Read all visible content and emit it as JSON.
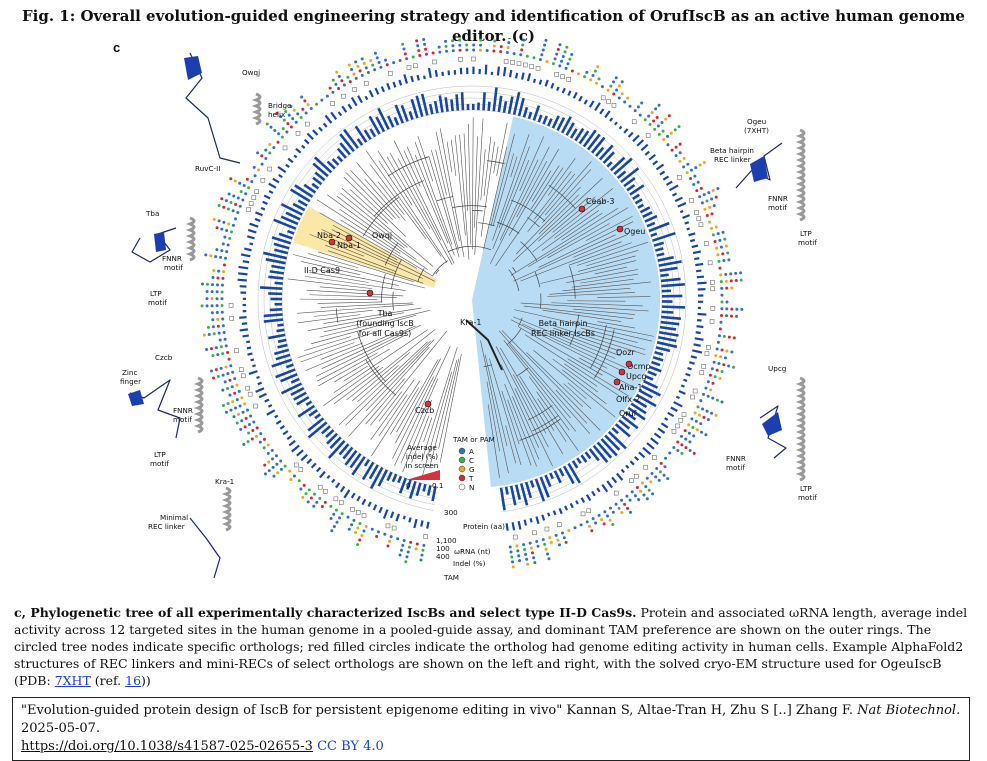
{
  "title": "Fig. 1: Overall evolution-guided engineering strategy and identification of OrufIscB as an active human genome editor. (c)",
  "panel_letter": "c",
  "clades": {
    "beta": "Beta hairpin",
    "beta2": "REC linker IscBs",
    "cas9": "II-D Cas9",
    "kra": "Kra-1",
    "tba_tree": "Tba",
    "tba_note1": "(founding IscB",
    "tba_note2": "for all Cas9s)"
  },
  "tree_labels": [
    "Nba-2",
    "Nba-1",
    "Owqj",
    "Czcb",
    "Ceab-3",
    "Ogeu",
    "Oozr",
    "Ocmp",
    "Upcg",
    "Aha-1",
    "Olfx-2",
    "Oruf"
  ],
  "structures": {
    "owqj": "Owqj",
    "bridge1": "Bridge",
    "bridge2": "helix",
    "ruvc": "RuvC-II",
    "tba": "Tba",
    "fnnr1": "FNNR",
    "fnnr2": "motif",
    "ltp1": "LTP",
    "ltp2": "motif",
    "czcb": "Czcb",
    "zinc1": "Zinc",
    "zinc2": "finger",
    "kra": "Kra-1",
    "minimal1": "Minimal",
    "minimal2": "REC linker",
    "ogeu": "Ogeu",
    "ogeu_pdb": "(7XHT)",
    "beta_rec1": "Beta hairpin",
    "beta_rec2": "REC linker",
    "upcg": "Upcg"
  },
  "rings": {
    "protein": "Protein (aa)",
    "protein_tick": "300",
    "wrna": "ωRNA (nt)",
    "wrna_ticks": [
      "1,100",
      "100"
    ],
    "indel": "Indel (%)",
    "indel_tick": "400",
    "tam": "TAM"
  },
  "legend": {
    "indel_title": [
      "Average",
      "indel (%)",
      "in screen"
    ],
    "indel_min": "0",
    "indel_max": "0.1",
    "tam_title": "TAM or PAM",
    "tam_items": [
      {
        "label": "A",
        "color": "#2f6fd0"
      },
      {
        "label": "C",
        "color": "#3cb04a"
      },
      {
        "label": "G",
        "color": "#f2a71b"
      },
      {
        "label": "T",
        "color": "#d6262e"
      },
      {
        "label": "N",
        "color": "#ffffff"
      }
    ]
  },
  "colors": {
    "bar_blue": "#1747a6",
    "highlight_blue": "#b9dcf5",
    "highlight_yellow": "#fbe7a6",
    "indel_red": "#d9303a",
    "structure_blue": "#1c3fb0"
  },
  "caption": {
    "bold": "c, Phylogenetic tree of all experimentally characterized IscBs and select type II-D Cas9s.",
    "pre": " Protein and associated ",
    "omega": "ω",
    "rest": "RNA length, average indel activity across 12 targeted sites in the human genome in a pooled-guide assay, and dominant TAM preference are shown on the outer rings. The circled tree nodes indicate specific orthologs; red filled circles indicate the ortholog had genome editing activity in human cells. Example AlphaFold2 structures of REC linkers and mini-RECs of select orthologs are shown on the left and right, with the solved cryo-EM structure used for OgeuIscB (PDB: ",
    "pdb": "7XHT",
    "mid": " (ref. ",
    "ref": "16",
    "end": "))"
  },
  "citation": {
    "text": "\"Evolution-guided protein design of IscB for persistent epigenome editing in vivo\" Kannan S, Altae-Tran H, Zhu S [..] Zhang F. ",
    "journal": "Nat Biotechnol.",
    "date": " 2025-05-07.",
    "doi": "https://doi.org/10.1038/s41587-025-02655-3",
    "license": "CC BY 4.0"
  }
}
